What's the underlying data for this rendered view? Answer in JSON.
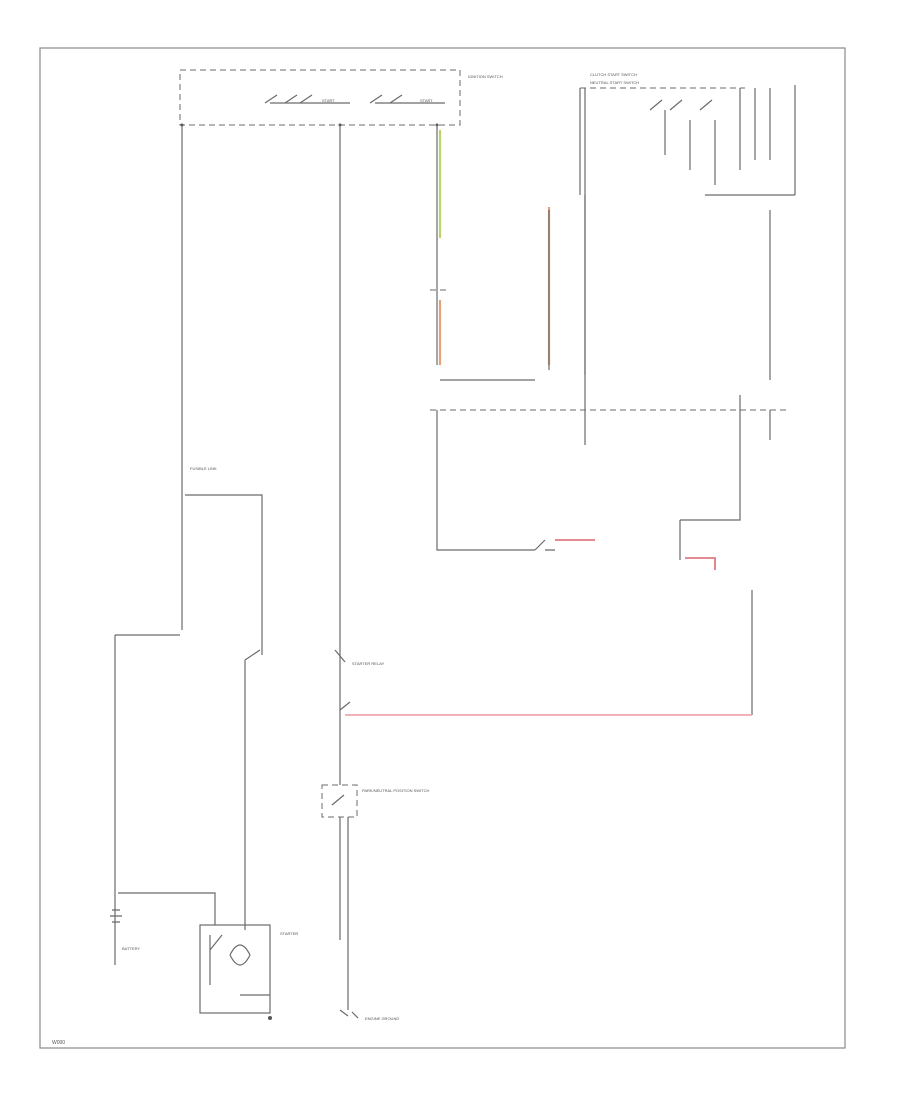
{
  "figure_id": "W000",
  "colors": {
    "line": "#6b6b6b",
    "frame": "#8a8a8a",
    "wire_green_yellow": "#b9d46a",
    "wire_orange": "#e3a27a",
    "wire_red": "#e07a82",
    "wire_pink": "#f2a6ad"
  },
  "labels": {
    "ignition_switch": "IGNITION SWITCH",
    "start": "START",
    "clutch_switch": "CLUTCH START SWITCH",
    "neutral_switch": "NEUTRAL START SWITCH",
    "starter_relay": "STARTER RELAY",
    "battery": "BATTERY",
    "starter": "STARTER",
    "fusible_link": "FUSIBLE LINK",
    "park_neutral": "PARK/NEUTRAL POSITION SWITCH",
    "engine_ground": "ENGINE GROUND"
  }
}
